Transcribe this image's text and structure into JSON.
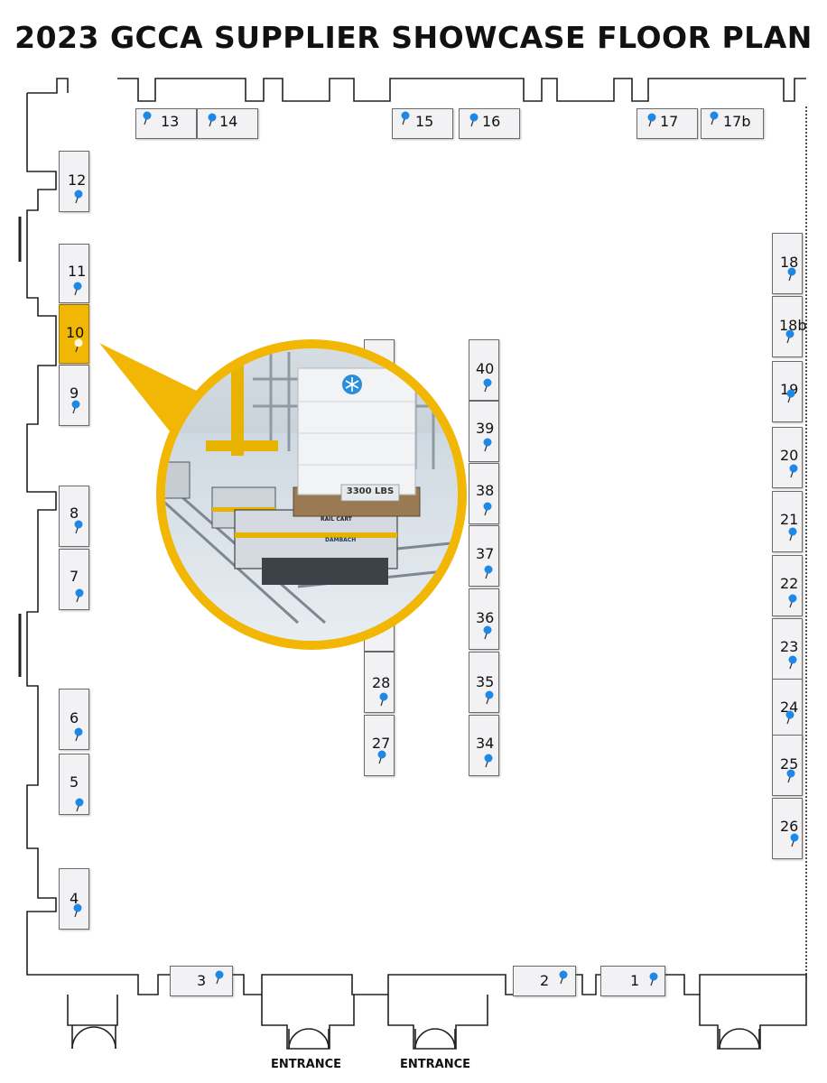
{
  "title": "2023 GCCA SUPPLIER SHOWCASE FLOOR PLAN",
  "highlighted_booth": "10",
  "accent_color": "#f2b705",
  "pin_color": "#1e88e5",
  "booths": [
    {
      "id": "1",
      "label": "1"
    },
    {
      "id": "2",
      "label": "2"
    },
    {
      "id": "3",
      "label": "3"
    },
    {
      "id": "4",
      "label": "4"
    },
    {
      "id": "5",
      "label": "5"
    },
    {
      "id": "6",
      "label": "6"
    },
    {
      "id": "7",
      "label": "7"
    },
    {
      "id": "8",
      "label": "8"
    },
    {
      "id": "9",
      "label": "9"
    },
    {
      "id": "10",
      "label": "10"
    },
    {
      "id": "11",
      "label": "11"
    },
    {
      "id": "12",
      "label": "12"
    },
    {
      "id": "13",
      "label": "13"
    },
    {
      "id": "14",
      "label": "14"
    },
    {
      "id": "15",
      "label": "15"
    },
    {
      "id": "16",
      "label": "16"
    },
    {
      "id": "17",
      "label": "17"
    },
    {
      "id": "17b",
      "label": "17b"
    },
    {
      "id": "18",
      "label": "18"
    },
    {
      "id": "18b",
      "label": "18b"
    },
    {
      "id": "19",
      "label": "19"
    },
    {
      "id": "20",
      "label": "20"
    },
    {
      "id": "21",
      "label": "21"
    },
    {
      "id": "22",
      "label": "22"
    },
    {
      "id": "23",
      "label": "23"
    },
    {
      "id": "24",
      "label": "24"
    },
    {
      "id": "25",
      "label": "25"
    },
    {
      "id": "26",
      "label": "26"
    },
    {
      "id": "27",
      "label": "27"
    },
    {
      "id": "28",
      "label": "28"
    },
    {
      "id": "34",
      "label": "34"
    },
    {
      "id": "35",
      "label": "35"
    },
    {
      "id": "36",
      "label": "36"
    },
    {
      "id": "37",
      "label": "37"
    },
    {
      "id": "38",
      "label": "38"
    },
    {
      "id": "39",
      "label": "39"
    },
    {
      "id": "40",
      "label": "40"
    }
  ],
  "entrances": [
    "ENTRANCE",
    "ENTRANCE"
  ],
  "photo": {
    "weight_label": "3300 LBS",
    "cart_label": "RAIL CART",
    "brand_label": "DAMBACH",
    "snowflake_icon": "snowflake-icon"
  }
}
